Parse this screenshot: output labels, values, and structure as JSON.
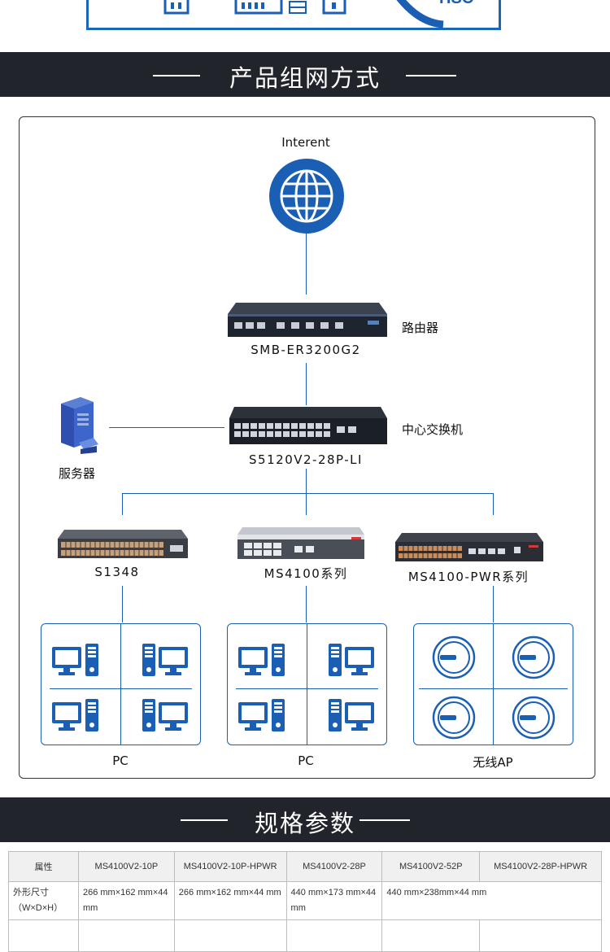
{
  "section_headers": {
    "networking": "产品组网方式",
    "specs": "规格参数"
  },
  "diagram": {
    "internet_label": "Interent",
    "router": {
      "label": "路由器",
      "model": "SMB-ER3200G2"
    },
    "core_switch": {
      "label": "中心交换机",
      "model": "S5120V2-28P-LI"
    },
    "server_label": "服务器",
    "access_switches": [
      {
        "model": "S1348",
        "endpoint": "PC"
      },
      {
        "model": "MS4100系列",
        "endpoint": "PC"
      },
      {
        "model": "MS4100-PWR系列",
        "endpoint": "无线AP"
      }
    ]
  },
  "spec_table": {
    "headers": [
      "属性",
      "MS4100V2-10P",
      "MS4100V2-10P-HPWR",
      "MS4100V2-28P",
      "MS4100V2-52P",
      "MS4100V2-28P-HPWR"
    ],
    "rows": [
      {
        "attribute": "外形尺寸（W×D×H）",
        "col1": "266 mm×162 mm×44 mm",
        "col2": "266 mm×162 mm×44 mm",
        "col3": "440 mm×173 mm×44 mm",
        "merged": "440 mm×238mm×44 mm"
      }
    ]
  },
  "colors": {
    "accent": "#1a5fb4",
    "header_bg": "#21242b"
  }
}
